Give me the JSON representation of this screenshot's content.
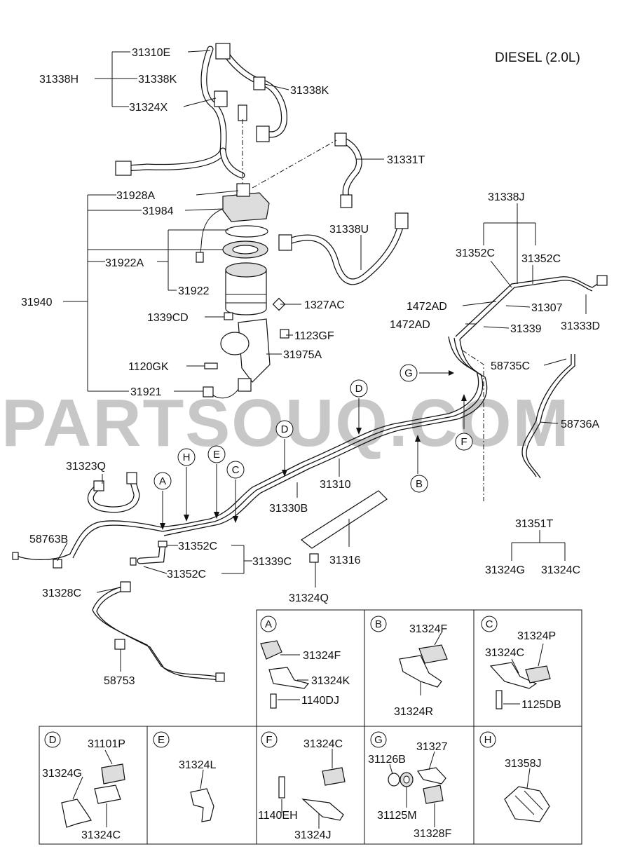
{
  "title": "DIESEL (2.0L)",
  "watermark": "PARTSOUQ.COM",
  "callouts": [
    "G",
    "F",
    "B",
    "D",
    "D",
    "C",
    "E",
    "H",
    "A"
  ],
  "labels": [
    "31310E",
    "31338H",
    "31338K",
    "31338K",
    "31324X",
    "31331T",
    "31928A",
    "31984",
    "31338U",
    "31922A",
    "31922",
    "31940",
    "1327AC",
    "1339CD",
    "1123GF",
    "31975A",
    "1120GK",
    "31921",
    "31338J",
    "31352C",
    "31352C",
    "1472AD",
    "31307",
    "1472AD",
    "31339",
    "31333D",
    "58735C",
    "58736A",
    "31323Q",
    "31310",
    "31330B",
    "58763B",
    "31352C",
    "31339C",
    "31316",
    "31352C",
    "31328C",
    "31324Q",
    "58753",
    "31351T",
    "31324G",
    "31324C"
  ],
  "details": {
    "a": {
      "letter": "A",
      "parts": [
        "31324F",
        "31324K",
        "1140DJ"
      ]
    },
    "b": {
      "letter": "B",
      "parts": [
        "31324F",
        "31324R"
      ]
    },
    "c": {
      "letter": "C",
      "parts": [
        "31324P",
        "31324C",
        "1125DB"
      ]
    },
    "d": {
      "letter": "D",
      "parts": [
        "31101P",
        "31324G",
        "31324C"
      ]
    },
    "e": {
      "letter": "E",
      "parts": [
        "31324L"
      ]
    },
    "f": {
      "letter": "F",
      "parts": [
        "31324C",
        "1140EH",
        "31324J"
      ]
    },
    "g": {
      "letter": "G",
      "parts": [
        "31126B",
        "31327",
        "31125M",
        "31328F"
      ]
    },
    "h": {
      "letter": "H",
      "parts": [
        "31358J"
      ]
    }
  }
}
